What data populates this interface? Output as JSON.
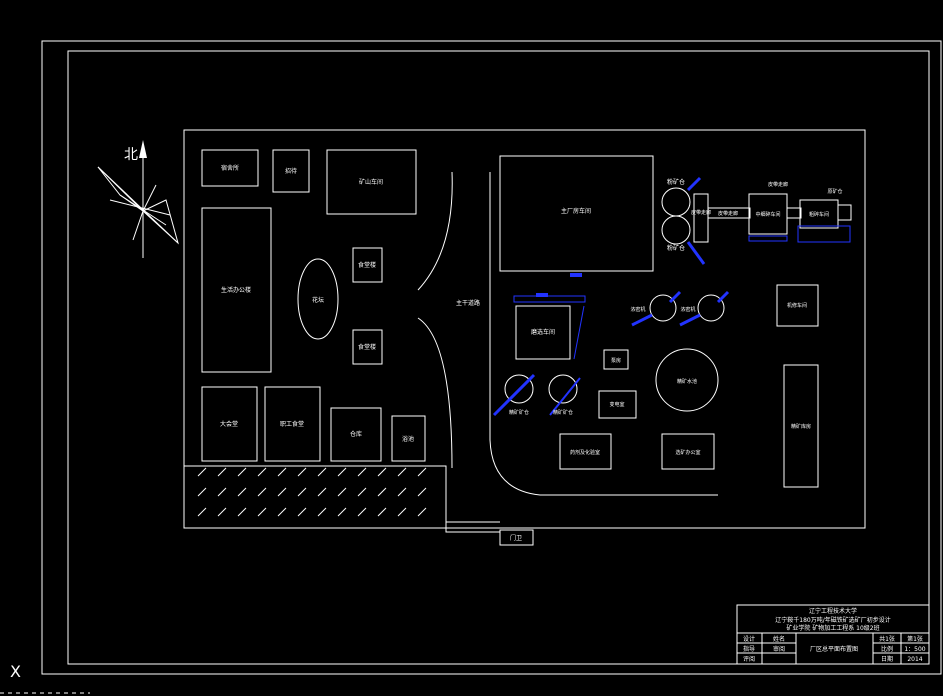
{
  "compass": {
    "north_label": "北"
  },
  "buildings": {
    "b1": "宿舍所",
    "b2": "招待",
    "b3": "矿山车间",
    "b4": "生活办公楼",
    "b5": "花坛",
    "b6": "食堂楼",
    "b7": "食堂楼",
    "b8": "大会堂",
    "b9": "职工食堂",
    "b10": "仓库",
    "b11": "浴池",
    "road": "主干道路",
    "main_shop": "主厂房车间",
    "bin_top": "粉矿仓",
    "bin_bottom": "粉矿仓",
    "conveyor": "皮带走廊",
    "conv_a": "皮带走廊",
    "crush_mid": "中细碎车间",
    "coarse": "粗碎车间",
    "raw_label": "原矿仓",
    "belt_label": "皮带走廊",
    "mill": "磨选车间",
    "ball1": "浓密机",
    "ball2": "浓密机",
    "machine_shop": "机修车间",
    "pump": "泵房",
    "thickener": "精矿水池",
    "sub": "变电室",
    "reagent1": "精矿矿仓",
    "reagent2": "精矿矿仓",
    "lab": "药剂及化验室",
    "office": "选矿办公室",
    "tailings": "精矿库房",
    "gate": "门卫"
  },
  "title_block": {
    "school": "辽宁工程技术大学",
    "project": "辽宁鞍千180万吨/年磁铁矿选矿厂初步设计",
    "dept": "矿业学院  矿物加工工程系  10级2班",
    "row_design": "设计",
    "design_name": "姓名",
    "row_check": "指导",
    "check_name": "审阅",
    "row_review": "评阅",
    "drawing_name": "厂区总平面布置图",
    "sheet_label": "共1张",
    "sheet_no": "第1张",
    "scale_label": "比例",
    "scale_value": "1：500",
    "date_label": "日期",
    "date_value": "2014"
  },
  "ucs_icon": "X"
}
